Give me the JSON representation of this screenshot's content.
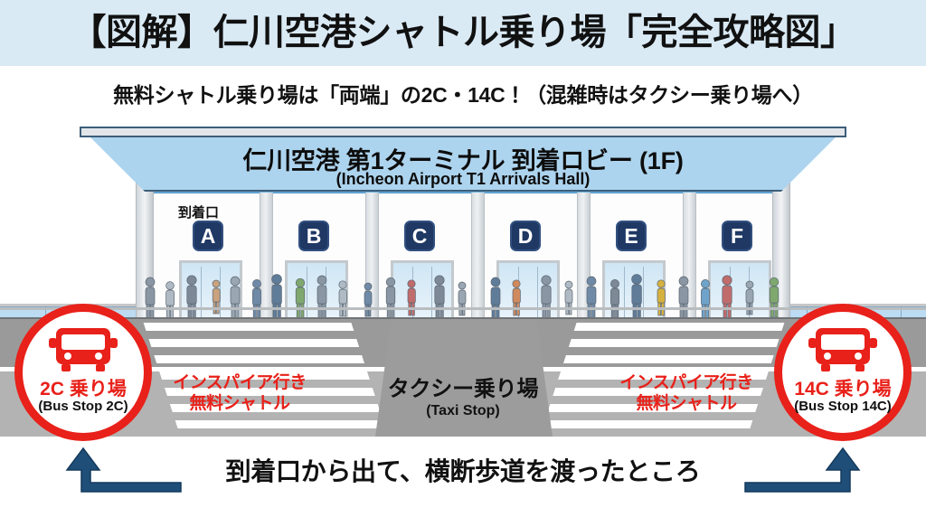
{
  "header": {
    "title": "【図解】仁川空港シャトル乗り場「完全攻略図」",
    "subtitle": "無料シャトル乗り場は「両端」の2C・14C！（混雑時はタクシー乗り場へ）",
    "band_color": "#daeaf5"
  },
  "terminal": {
    "name_jp": "仁川空港 第1ターミナル 到着ロビー (1F)",
    "name_en": "(Incheon Airport T1 Arrivals Hall)",
    "roof_color": "#add4ee",
    "arrivals_label": "到着口",
    "gates": [
      {
        "label": "A"
      },
      {
        "label": "B"
      },
      {
        "label": "C"
      },
      {
        "label": "D"
      },
      {
        "label": "E"
      },
      {
        "label": "F"
      }
    ],
    "gate_badge_color": "#1f3864"
  },
  "road": {
    "shuttle_left": {
      "line1": "インスパイア行き",
      "line2": "無料シャトル"
    },
    "shuttle_right": {
      "line1": "インスパイア行き",
      "line2": "無料シャトル"
    },
    "taxi": {
      "jp": "タクシー乗り場",
      "en": "(Taxi Stop)"
    },
    "accent_color": "#e8211a"
  },
  "bus_stops": [
    {
      "jp": "2C 乗り場",
      "en": "(Bus Stop 2C)",
      "icon": "bus-icon",
      "color": "#e8211a"
    },
    {
      "jp": "14C 乗り場",
      "en": "(Bus Stop 14C)",
      "icon": "bus-icon",
      "color": "#e8211a"
    }
  ],
  "footer": {
    "caption": "到着口から出て、横断歩道を渡ったところ",
    "arrow_color": "#1f4e79"
  }
}
